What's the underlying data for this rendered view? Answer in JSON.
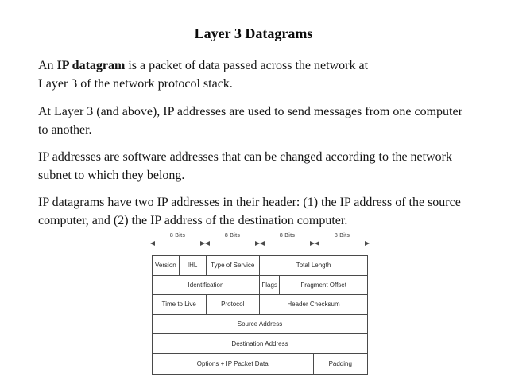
{
  "slide": {
    "title": "Layer 3 Datagrams",
    "p1": {
      "pre": "An ",
      "bold": "IP datagram",
      "rest": " is a packet of data passed across the network at",
      "line2": "Layer 3 of the network protocol stack."
    },
    "p2": {
      "line1": "At Layer 3 (and above), IP addresses are used to send messages from one computer",
      "line2": "to another."
    },
    "p3": {
      "line1": "IP addresses are software addresses that can be changed according to the network",
      "line2": "subnet to which they belong."
    },
    "p4": {
      "line1": "IP datagrams have two IP addresses in their header: (1) the IP address of the source",
      "line2": "computer, and (2) the IP address of the destination computer."
    },
    "diagram": {
      "bit_labels": [
        "8 Bits",
        "8 Bits",
        "8 Bits",
        "8 Bits"
      ],
      "fields": {
        "version": "Version",
        "ihl": "IHL",
        "tos": "Type of Service",
        "total_length": "Total Length",
        "identification": "Identification",
        "flags": "Flags",
        "fragment_offset": "Fragment Offset",
        "ttl": "Time to Live",
        "protocol": "Protocol",
        "header_checksum": "Header Checksum",
        "source_address": "Source Address",
        "destination_address": "Destination Address",
        "options": "Options + IP Packet Data",
        "padding": "Padding"
      }
    }
  }
}
